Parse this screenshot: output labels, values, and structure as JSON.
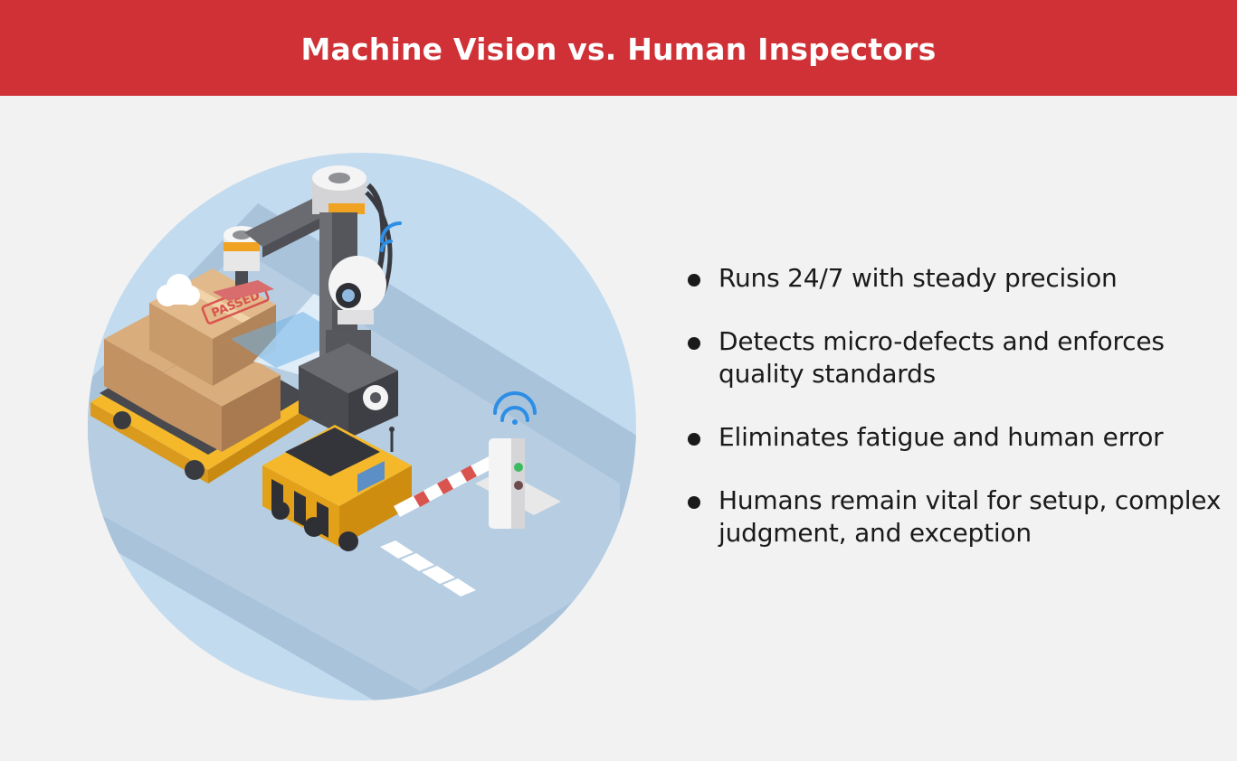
{
  "header": {
    "title": "Machine Vision vs. Human Inspectors"
  },
  "illustration": {
    "stamp_text": "PASSED",
    "colors": {
      "circle": "#c3dbef",
      "floor": "#a9c3db",
      "robot_dark": "#56575c",
      "accent_orange": "#f0a223",
      "cart_yellow": "#f4b82a",
      "box": "#c99b6a",
      "wifi": "#2d8ee6"
    }
  },
  "bullets": [
    {
      "text": "Runs 24/7 with steady precision"
    },
    {
      "text": "Detects micro-defects and enforces quality standards"
    },
    {
      "text": "Eliminates fatigue and human error"
    },
    {
      "text": "Humans remain vital for setup, complex judgment, and exception"
    }
  ],
  "colors": {
    "header_bg": "#cf3136",
    "page_bg": "#f2f2f2",
    "text": "#1a1a1a"
  }
}
